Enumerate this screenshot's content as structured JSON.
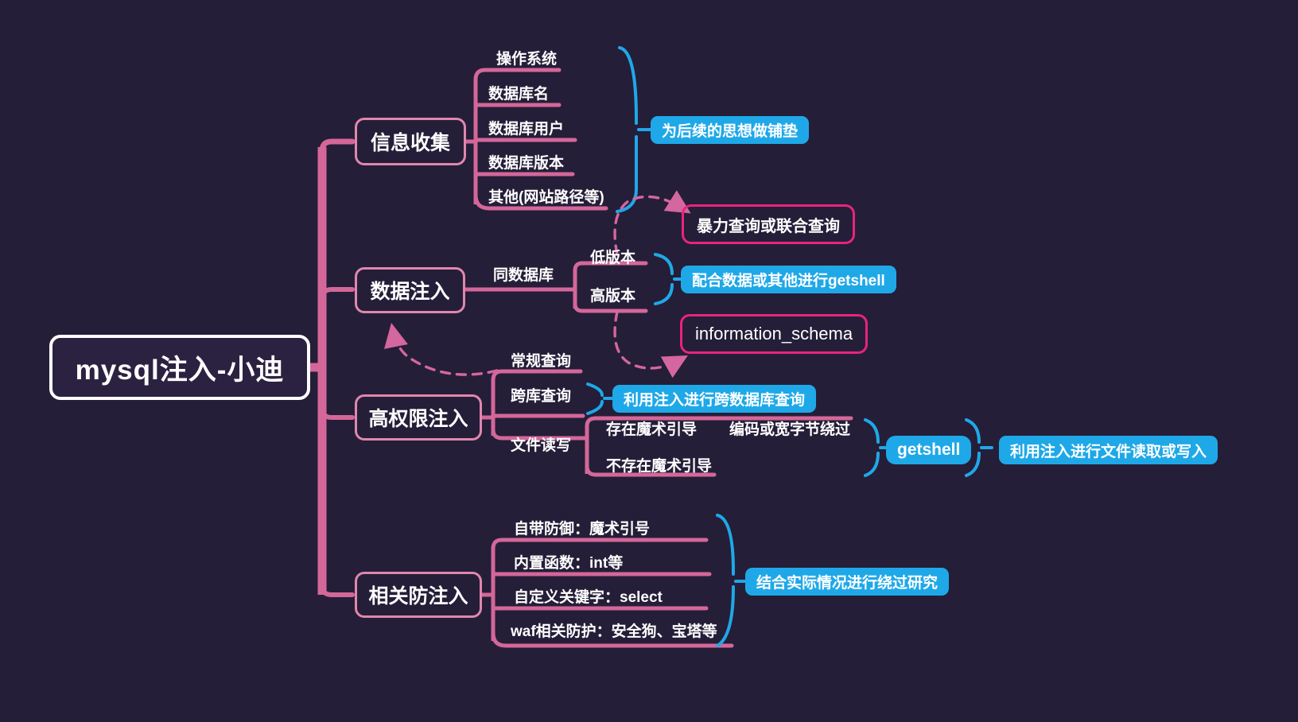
{
  "theme": {
    "background": "#251e38",
    "root_border": "#ffffff",
    "branch_pink": "#e087ad",
    "trunk_pink": "#d4679a",
    "callout_pink": "#e8247e",
    "callout_blue": "#1fa8e8",
    "brace_blue": "#1fa8e8",
    "dashed_pink": "#d466a0",
    "text": "#ffffff"
  },
  "root": {
    "label": "mysql注入-小迪"
  },
  "branches": [
    {
      "id": "info",
      "label": "信息收集",
      "leaves": [
        {
          "label": "操作系统"
        },
        {
          "label": "数据库名"
        },
        {
          "label": "数据库用户"
        },
        {
          "label": "数据库版本"
        },
        {
          "label": "其他(网站路径等)"
        }
      ],
      "annotation": {
        "label": "为后续的思想做铺垫",
        "style": "blue"
      }
    },
    {
      "id": "datainject",
      "label": "数据注入",
      "mid": {
        "label": "同数据库"
      },
      "leaves": [
        {
          "label": "低版本"
        },
        {
          "label": "高版本"
        }
      ],
      "annotation": {
        "label": "配合数据或其他进行getshell",
        "style": "blue"
      },
      "linked": [
        {
          "label": "暴力查询或联合查询",
          "style": "pink"
        },
        {
          "label": "information_schema",
          "style": "pink-plain"
        }
      ]
    },
    {
      "id": "highpriv",
      "label": "高权限注入",
      "leaves": [
        {
          "label": "常规查询"
        },
        {
          "label": "跨库查询"
        },
        {
          "label": "文件读写"
        }
      ],
      "annotations": [
        {
          "label": "利用注入进行跨数据库查询",
          "style": "blue"
        }
      ],
      "file_rw": {
        "leaves": [
          {
            "label": "存在魔术引导"
          },
          {
            "label": "不存在魔术引导"
          }
        ],
        "bypass": {
          "label": "编码或宽字节绕过"
        },
        "result": {
          "label": "getshell",
          "style": "blue"
        },
        "final": {
          "label": "利用注入进行文件读取或写入",
          "style": "blue"
        }
      }
    },
    {
      "id": "defense",
      "label": "相关防注入",
      "leaves": [
        {
          "label": "自带防御：魔术引号"
        },
        {
          "label": "内置函数：int等"
        },
        {
          "label": "自定义关键字：select"
        },
        {
          "label": "waf相关防护：安全狗、宝塔等"
        }
      ],
      "annotation": {
        "label": "结合实际情况进行绕过研究",
        "style": "blue"
      }
    }
  ]
}
